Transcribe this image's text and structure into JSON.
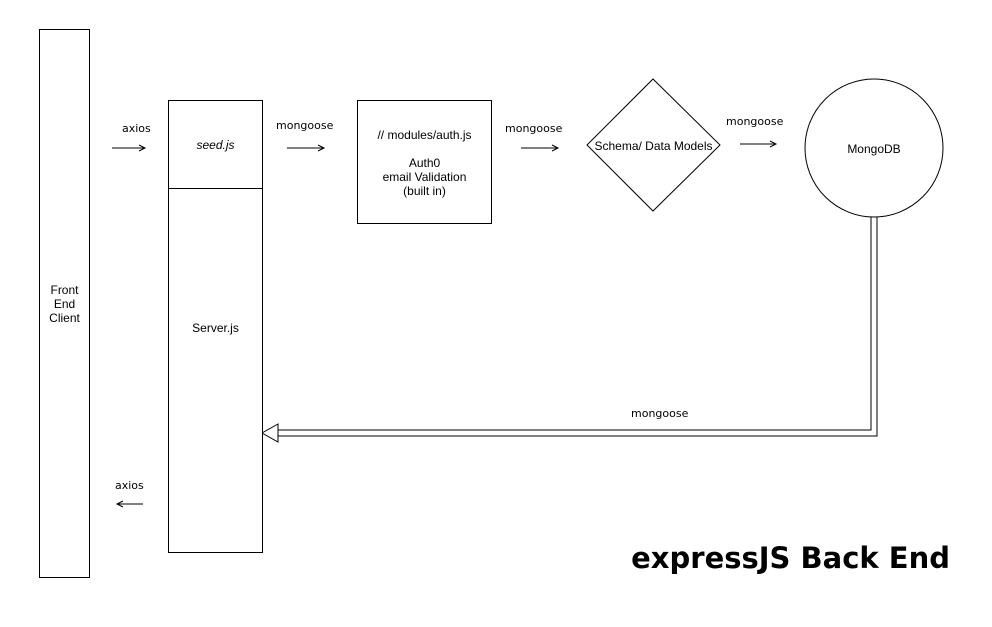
{
  "title": "expressJS Back End",
  "nodes": {
    "front_end": [
      "Front",
      "End",
      "Client"
    ],
    "seed": "seed.js",
    "server": "Server.js",
    "auth": {
      "comment": "// modules/auth.js",
      "line1": "Auth0",
      "line2": "email Validation",
      "line3": "(built in)"
    },
    "schema": "Schema/ Data Models",
    "mongodb": "MongoDB"
  },
  "edges": {
    "axios_in": "axios",
    "mongoose_1": "mongoose",
    "mongoose_2": "mongoose",
    "mongoose_3": "mongoose",
    "mongoose_return": "mongoose",
    "axios_out": "axios"
  }
}
